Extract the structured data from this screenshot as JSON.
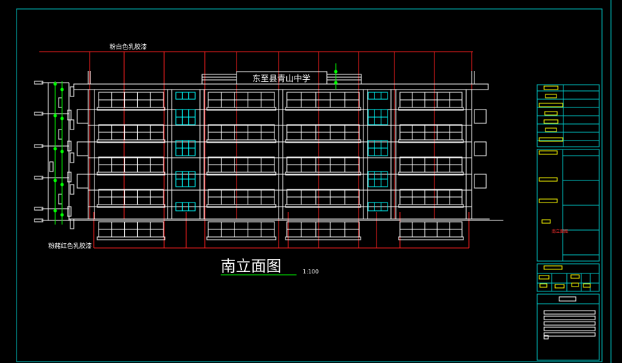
{
  "drawing": {
    "school_name": "东至县青山中学",
    "top_note": "粉白色乳胶漆",
    "bottom_note": "粉赭红色乳胶漆",
    "view_title": "南立面图",
    "scale": "1:100"
  },
  "title_block": {
    "sheet_name": "南立面图"
  },
  "colors": {
    "background": "#000000",
    "frame": "#00c8c8",
    "lines": "#ffffff",
    "dimension": "#ff2020",
    "windows": "#00ffff",
    "tag": "#ffff00",
    "grid": "#00ff00"
  }
}
